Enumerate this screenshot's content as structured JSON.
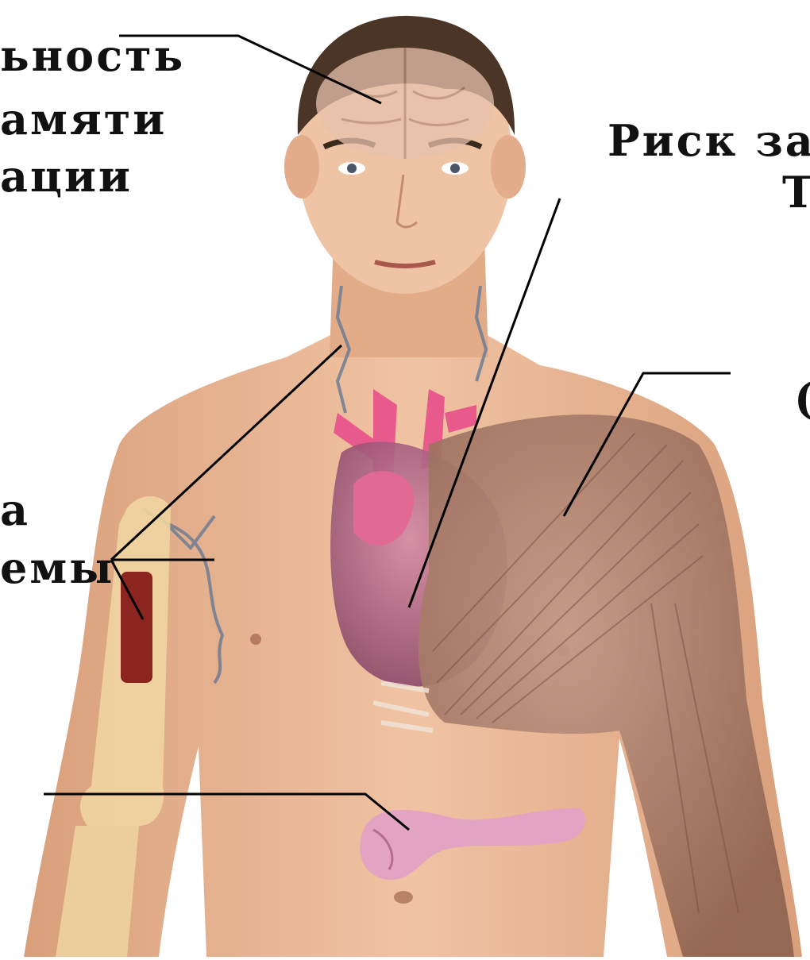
{
  "labels": {
    "top_left": [
      "ьность",
      "амяти",
      "ации"
    ],
    "top_right": [
      "Риск за",
      "Т"
    ],
    "mid_right": "(",
    "mid_left": [
      "а",
      "емы"
    ]
  },
  "colors": {
    "skin": "#e9b894",
    "hair": "#4a3526",
    "muscle": "#a77a63",
    "heart": "#b25a76",
    "artery": "#e85a8c",
    "bone": "#efd5a1",
    "marrow": "#8c2520",
    "pancreas": "#e3a3c2",
    "lymph": "#6f7d93",
    "leader_line": "#000000"
  },
  "icons": [
    "human-torso-illustration",
    "brain-overlay",
    "heart-overlay",
    "muscle-overlay",
    "bone-overlay",
    "pancreas-overlay",
    "lymph-node-overlay"
  ]
}
